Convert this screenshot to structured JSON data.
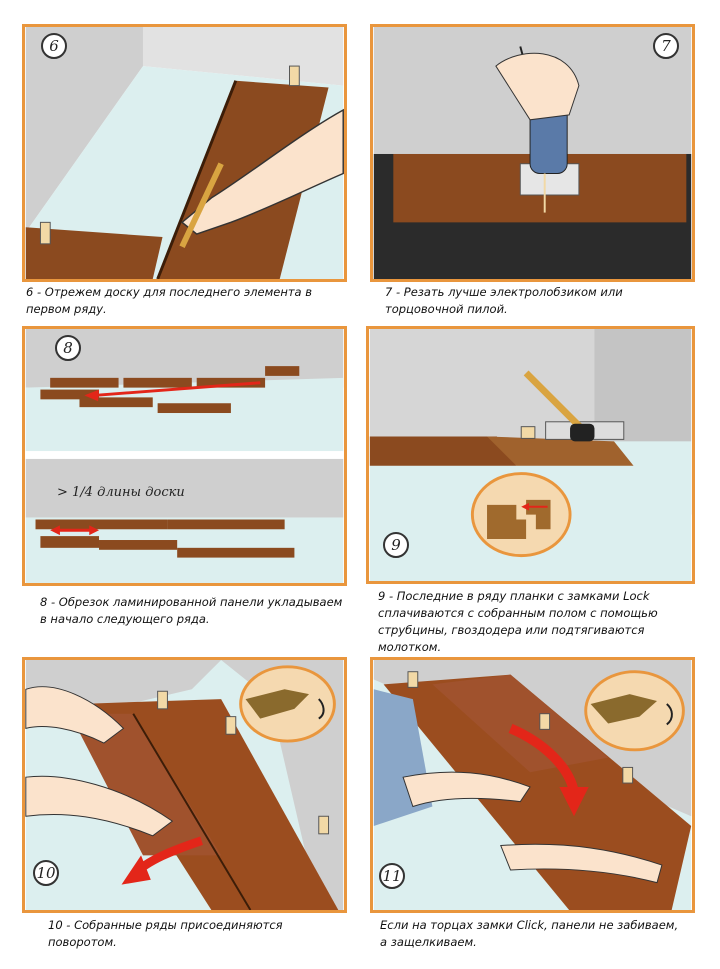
{
  "steps": [
    {
      "number": "6",
      "caption": "6 - Отрежем доску для последнего элемента в первом ряду."
    },
    {
      "number": "7",
      "caption": "7 - Резать лучше электролобзиком или торцовочной пилой."
    },
    {
      "number": "8",
      "caption": "8 - Обрезок ламинированной панели укладываем в начало следующего ряда.",
      "note": "> 1/4 длины доски"
    },
    {
      "number": "9",
      "caption": "9 - Последние в ряду планки с замками Lock сплачиваются с собранным полом с помощью струбцины, гвоздодера или подтягиваются молотком."
    },
    {
      "number": "10",
      "caption": "10 - Собранные ряды присоединяются поворотом."
    },
    {
      "number": "11",
      "caption": "Если на торцах замки Click, панели не забиваем, а защелкиваем."
    }
  ],
  "colors": {
    "frame": "#e9963d",
    "wood": "#a0522d",
    "floor": "#d8ecef",
    "arrow": "#e32619",
    "wall": "#c7c7c7"
  }
}
